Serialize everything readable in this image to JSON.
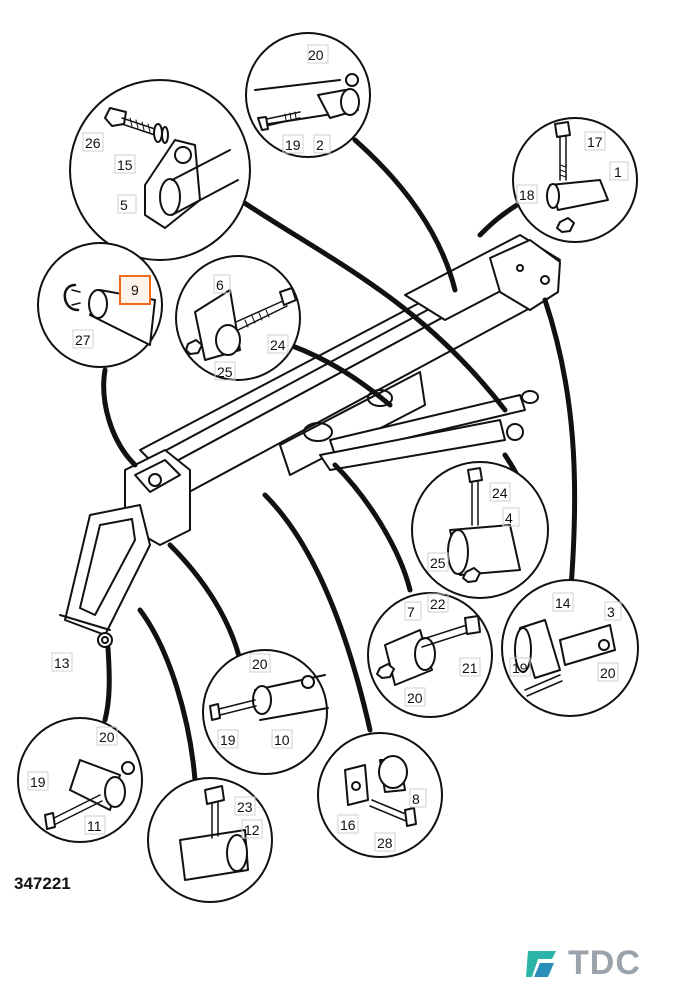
{
  "drawing_number": "347221",
  "logo_text": "TDC",
  "colors": {
    "highlight": "#f06a1a",
    "logo": "#9aa3ab",
    "ink": "#111111"
  },
  "highlighted_part": "9",
  "callouts": {
    "c1": "1",
    "c2": "2",
    "c3": "3",
    "c4": "4",
    "c5": "5",
    "c6": "6",
    "c7": "7",
    "c8": "8",
    "c9": "9",
    "c10": "10",
    "c11": "11",
    "c12": "12",
    "c13": "13",
    "c14": "14",
    "c15": "15",
    "c16": "16",
    "c17": "17",
    "c18": "18",
    "c19a": "19",
    "c19b": "19",
    "c19c": "19",
    "c19d": "19",
    "c20a": "20",
    "c20b": "20",
    "c20c": "20",
    "c20d": "20",
    "c20e": "20",
    "c21": "21",
    "c22": "22",
    "c23": "23",
    "c24a": "24",
    "c24b": "24",
    "c25a": "25",
    "c25b": "25",
    "c26": "26",
    "c27": "27",
    "c28": "28"
  }
}
